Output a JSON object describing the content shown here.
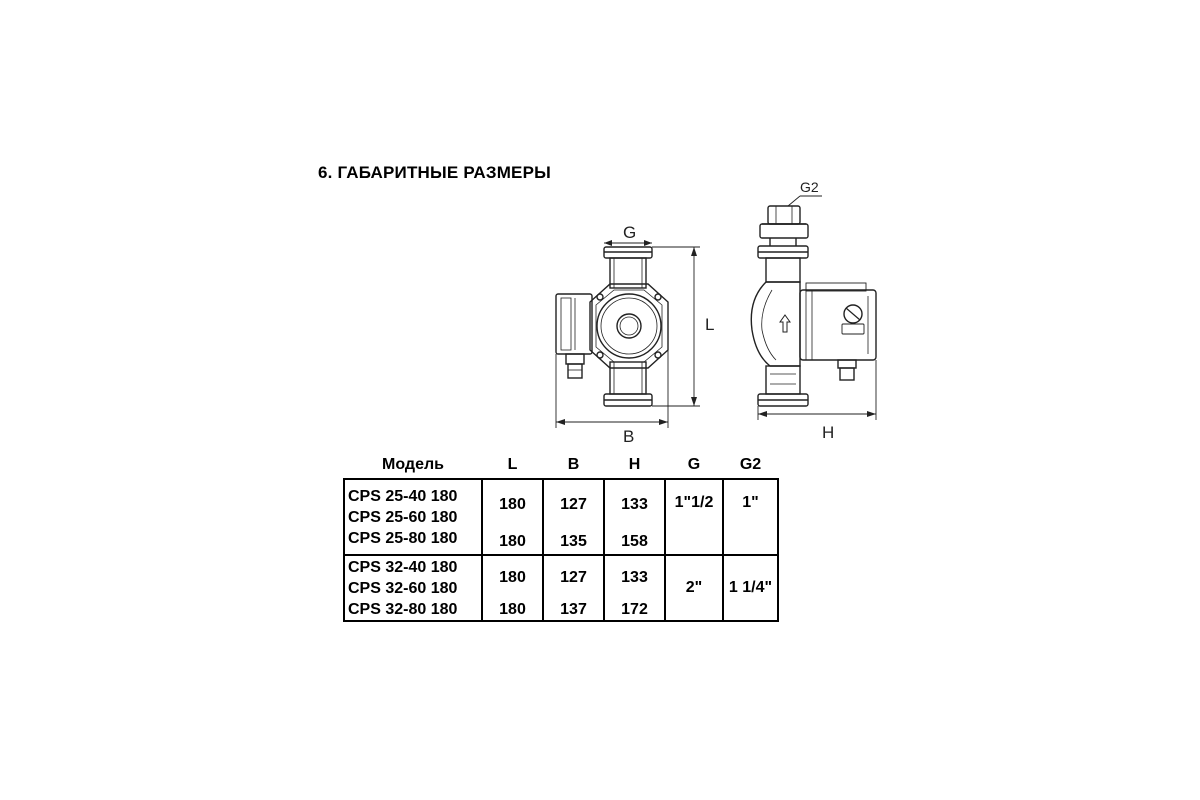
{
  "section_title": "6. ГАБАРИТНЫЕ РАЗМЕРЫ",
  "drawing": {
    "front_labels": {
      "top": "G",
      "side": "L",
      "bottom": "B"
    },
    "side_labels": {
      "top": "G2",
      "bottom": "H"
    }
  },
  "table": {
    "headers": [
      "Модель",
      "L",
      "B",
      "H",
      "G",
      "G2"
    ],
    "groups": [
      {
        "models": [
          "CPS 25-40 180",
          "CPS 25-60 180"
        ],
        "L": "180",
        "B": "127",
        "H": "133"
      },
      {
        "models": [
          "CPS 25-80 180"
        ],
        "L": "180",
        "B": "135",
        "H": "158"
      },
      {
        "models": [
          "CPS 32-40 180",
          "CPS 32-60 180"
        ],
        "L": "180",
        "B": "127",
        "H": "133"
      },
      {
        "models": [
          "CPS 32-80 180"
        ],
        "L": "180",
        "B": "137",
        "H": "172"
      }
    ],
    "connections": [
      {
        "G": "1\"1/2",
        "G2": "1\""
      },
      {
        "G": "2\"",
        "G2": "1 1/4\""
      }
    ]
  }
}
